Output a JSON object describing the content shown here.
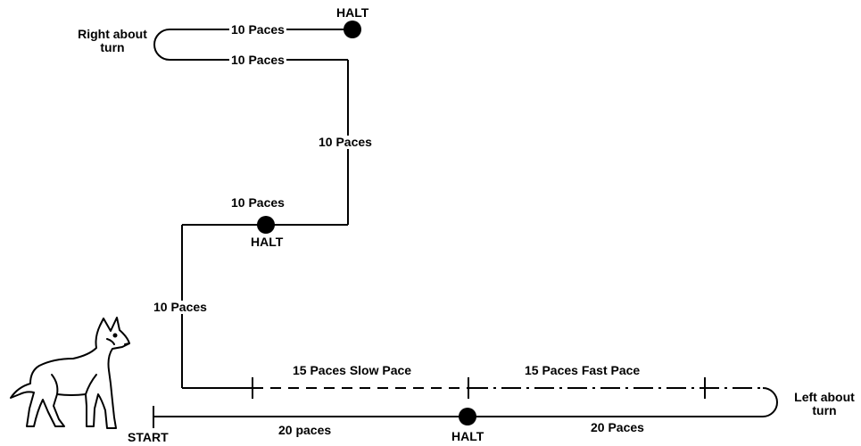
{
  "labels": {
    "start": "START",
    "halt_bottom": "HALT",
    "halt_middle": "HALT",
    "halt_top": "HALT",
    "seg_20_paces_left": "20 paces",
    "seg_20_paces_right": "20 Paces",
    "left_about_turn": "Left about\nturn",
    "seg_fast": "15 Paces Fast Pace",
    "seg_slow": "15 Paces Slow Pace",
    "seg_vertical_lower": "10 Paces",
    "seg_middle_horizontal": "10 Paces",
    "seg_vertical_upper": "10 Paces",
    "seg_top_lower": "10 Paces",
    "right_about_turn": "Right about\nturn",
    "seg_top_upper": "10 Paces"
  },
  "colors": {
    "line": "#000000",
    "background": "#ffffff"
  }
}
